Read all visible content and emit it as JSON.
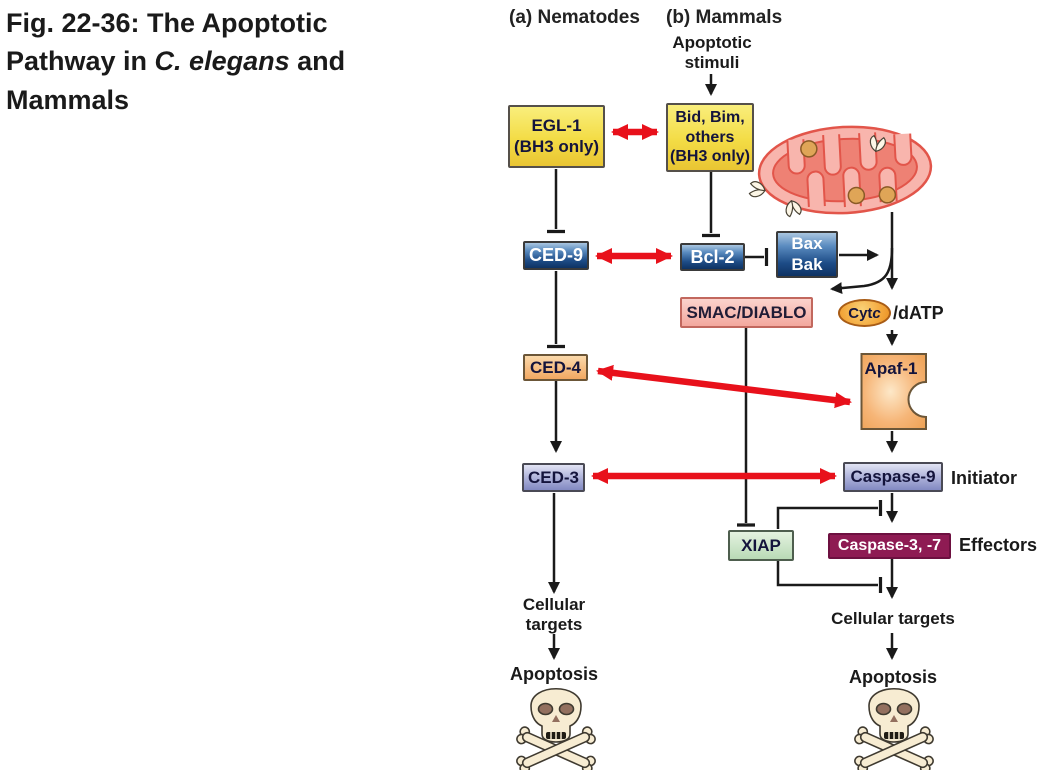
{
  "title": {
    "line1": "Fig. 22-36: The Apoptotic",
    "line2_pre": "Pathway in ",
    "line2_italic": "C. elegans",
    "line2_post": " and",
    "line3": "Mammals"
  },
  "headers": {
    "nematodes": "(a) Nematodes",
    "mammals": "(b) Mammals"
  },
  "nematodes": {
    "egl1_line1": "EGL-1",
    "egl1_line2": "(BH3 only)",
    "ced9": "CED-9",
    "ced4": "CED-4",
    "ced3": "CED-3",
    "cellular_targets_line1": "Cellular",
    "cellular_targets_line2": "targets",
    "apoptosis": "Apoptosis"
  },
  "mammals": {
    "stimuli_line1": "Apoptotic",
    "stimuli_line2": "stimuli",
    "bid_line1": "Bid, Bim,",
    "bid_line2": "others",
    "bid_line3": "(BH3 only)",
    "bcl2": "Bcl-2",
    "bax": "Bax",
    "bak": "Bak",
    "smac": "SMAC/DIABLO",
    "cytc_pre": "Cyt ",
    "cytc_c": "c",
    "datp": "/dATP",
    "apaf1": "Apaf-1",
    "caspase9": "Caspase-9",
    "initiator": "Initiator",
    "xiap": "XIAP",
    "caspase37": "Caspase-3, -7",
    "effectors": "Effectors",
    "cellular_targets": "Cellular targets",
    "apoptosis": "Apoptosis"
  },
  "icons": {
    "mitochondrion": "mitochondrion-icon",
    "skull_left": "skull-crossbones-icon",
    "skull_right": "skull-crossbones-icon"
  },
  "colors": {
    "red_arrow": "#e8111b",
    "line_black": "#1a1a1a",
    "yellow_box": "#f3dc45",
    "blue_box": "#1d4c87",
    "orange_box": "#f2a862",
    "pink_box": "#f3a89e",
    "lavender_box": "#9aa0cc",
    "magenta_box": "#8e1b53",
    "green_box": "#cfe7cd",
    "mitochondrion_pink": "#f8b5ad",
    "bone": "#f7ecd2"
  }
}
